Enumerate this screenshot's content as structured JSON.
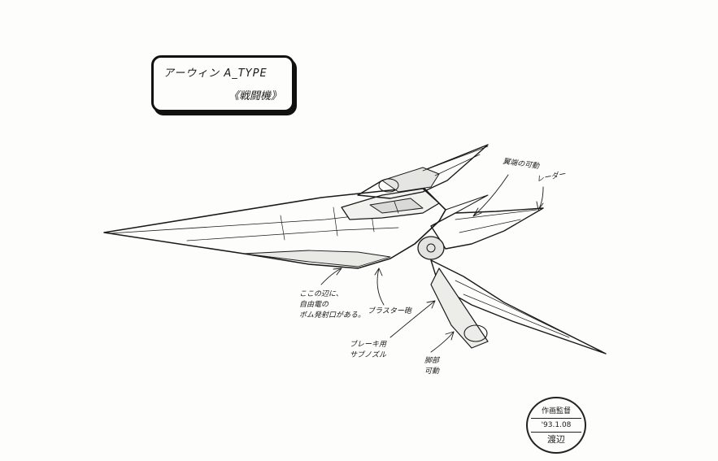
{
  "title_box": {
    "name": "アーウィン A_TYPE",
    "subtitle": "《戦闘機》"
  },
  "annotations": {
    "wing_tip_fold": "翼端の可動",
    "sensor": "レーダー",
    "blaster_cannon": "ブラスター砲",
    "brake_nozzle": [
      "ブレーキ用",
      "サブノズル"
    ],
    "leg_part": [
      "脚部",
      "可動"
    ],
    "bomb_outlet": [
      "ここの辺に、",
      "自由電の",
      "ボム発射口がある。"
    ]
  },
  "stamp": {
    "top": "作画監督",
    "date": "'93.1.08",
    "name": "渡辺"
  },
  "colors": {
    "ink": "#1a1a1a",
    "paper": "#fdfdfb"
  }
}
